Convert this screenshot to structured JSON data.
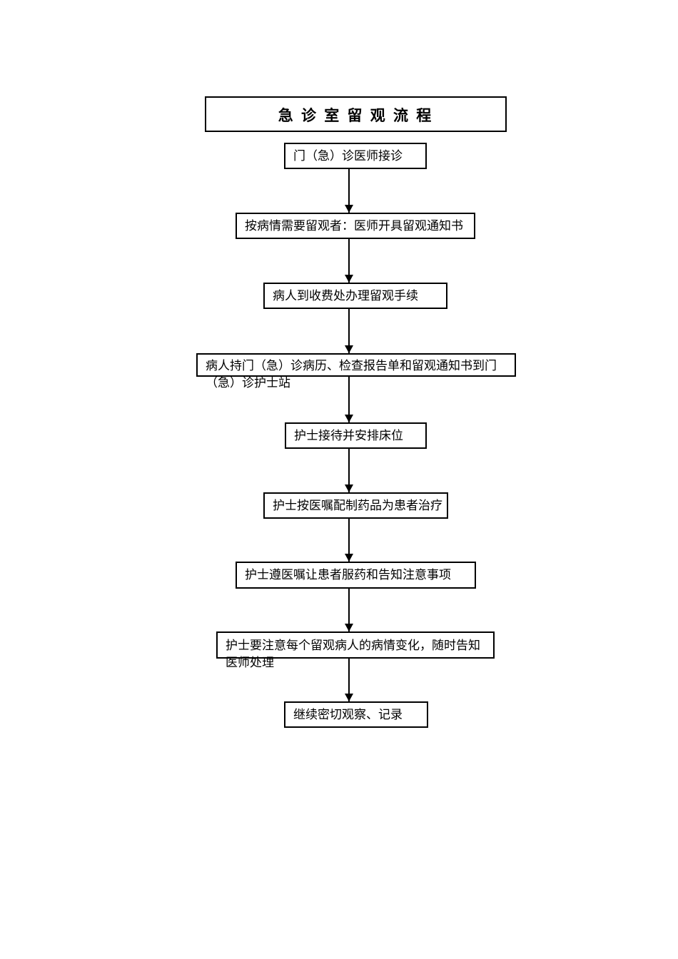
{
  "title": {
    "text": "急 诊 室 留 观 流 程"
  },
  "steps": [
    {
      "name": "doctor-reception",
      "lines": [
        "门（急）诊医师接诊"
      ]
    },
    {
      "name": "issue-observation-note",
      "lines": [
        "按病情需要留观者：医师开具留观通知书"
      ]
    },
    {
      "name": "pay-at-cashier",
      "lines": [
        "病人到收费处办理留观手续"
      ]
    },
    {
      "name": "go-to-nurse-station",
      "lines": [
        "病人持门（急）诊病历、检查报告单和留观通知书到门",
        "（急）诊护士站"
      ]
    },
    {
      "name": "nurse-arranges-bed",
      "lines": [
        "护士接待并安排床位"
      ]
    },
    {
      "name": "nurse-prepares-medicine",
      "lines": [
        "护士按医嘱配制药品为患者治疗"
      ]
    },
    {
      "name": "nurse-gives-medicine",
      "lines": [
        "护士遵医嘱让患者服药和告知注意事项"
      ]
    },
    {
      "name": "nurse-monitors-patient",
      "lines": [
        "护士要注意每个留观病人的病情变化，随时告知",
        "医师处理"
      ]
    },
    {
      "name": "continue-observation",
      "lines": [
        "继续密切观察、记录"
      ]
    }
  ],
  "colors": {
    "background": "#ffffff",
    "border": "#000000",
    "text": "#000000"
  }
}
